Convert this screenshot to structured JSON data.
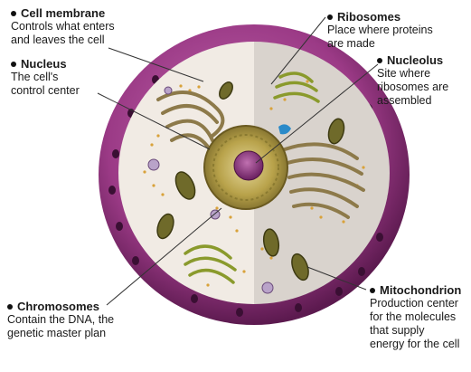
{
  "labels": {
    "cell_membrane": {
      "title": "Cell membrane",
      "desc": "Controls what enters and leaves the cell"
    },
    "nucleus": {
      "title": "Nucleus",
      "desc": "The cell's control center"
    },
    "ribosomes": {
      "title": "Ribosomes",
      "desc": "Place where proteins are made"
    },
    "nucleolus": {
      "title": "Nucleolus",
      "desc": "Site where ribosomes are assembled"
    },
    "chromosomes": {
      "title": "Chromosomes",
      "desc": "Contain the DNA, the genetic master plan"
    },
    "mitochondrion": {
      "title": "Mitochondrion",
      "desc": "Production center for the molecules that supply energy for the cell"
    }
  },
  "colors": {
    "membrane": "#9b3a86",
    "membrane_dark": "#5c1a4f",
    "cytoplasm_left": "#f1ebe4",
    "cytoplasm_right": "#d9d3cd",
    "golgi": "#8a9a2c",
    "mitochondria": "#6f6a2a",
    "er": "#8d7a4a",
    "nucleus": "#b8a24a",
    "nucleolus": "#8a3a7a",
    "ribosome_dot": "#d9a23a",
    "vesicle": "#2a8ac9",
    "leader": "#333333"
  }
}
